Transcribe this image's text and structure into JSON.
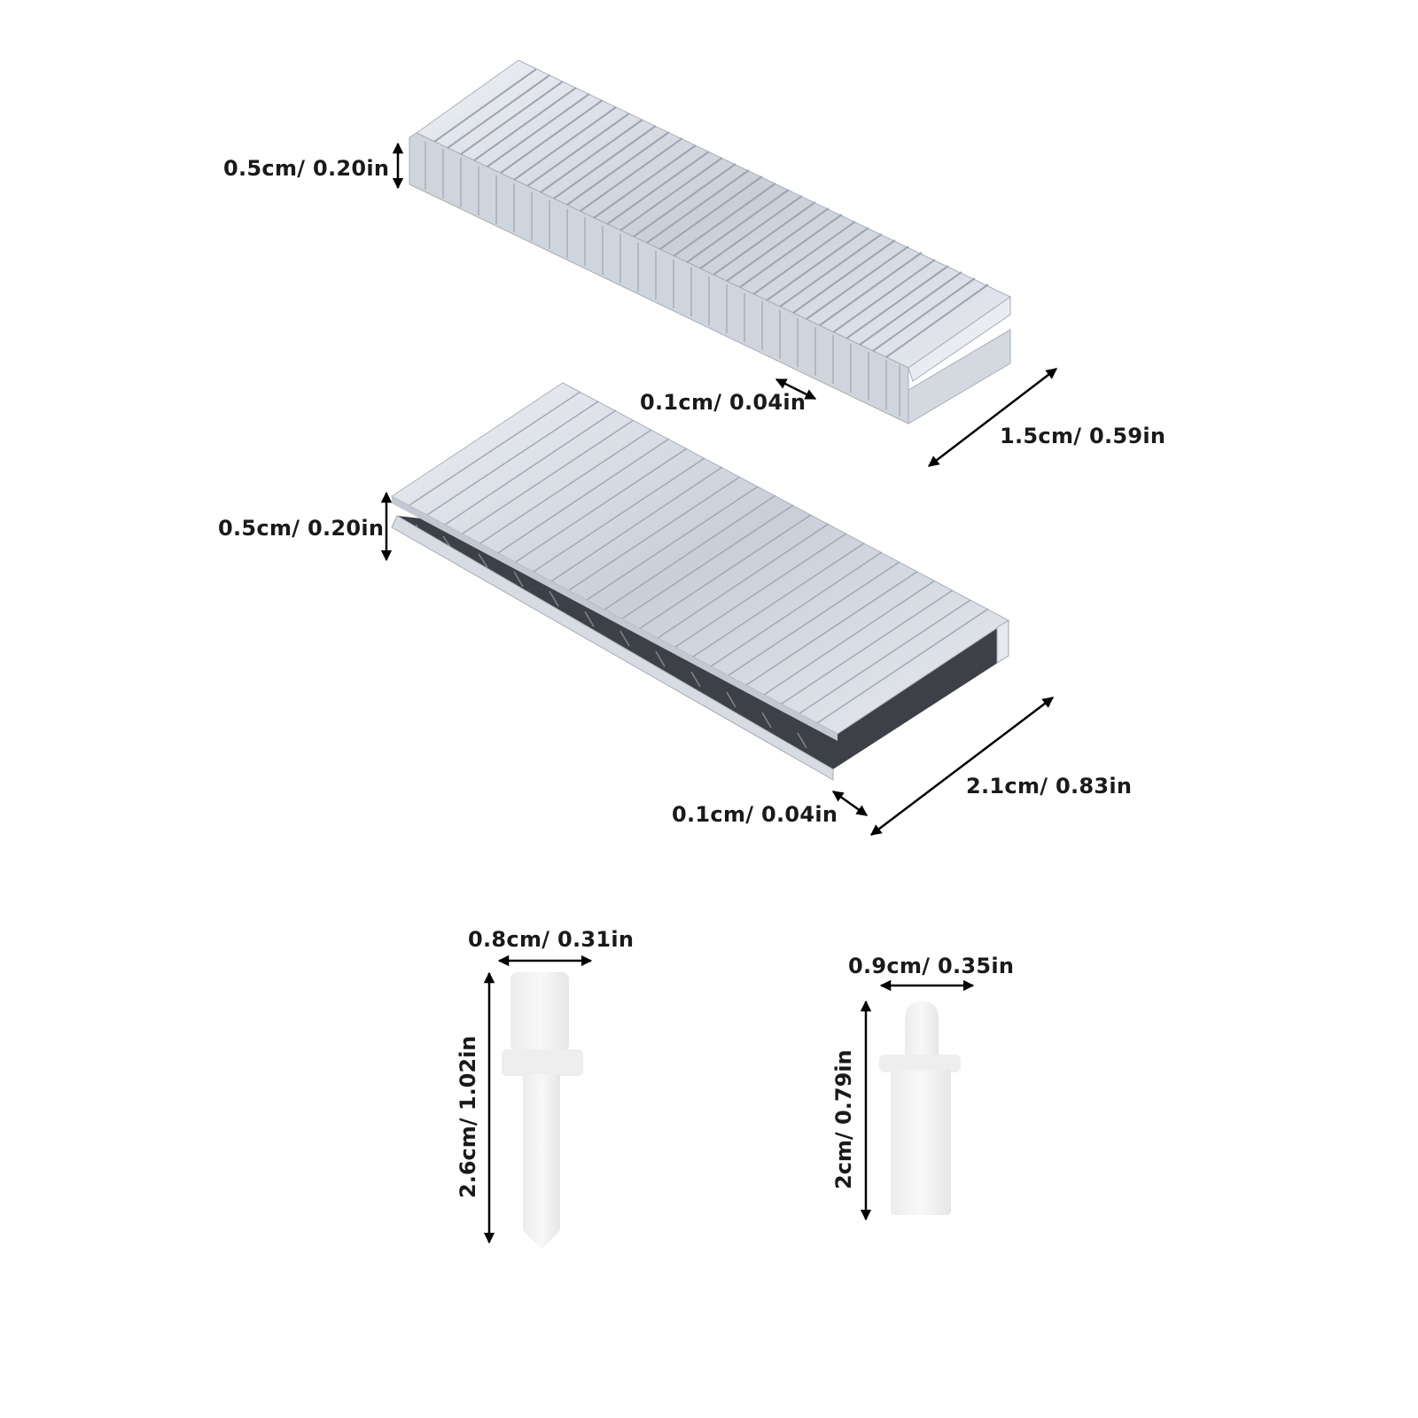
{
  "image": {
    "background": "#ffffff",
    "products": [
      {
        "name": "staple-strip-short",
        "height_label": "0.5cm/ 0.20in",
        "thickness_label": "0.1cm/ 0.04in",
        "length_label": "1.5cm/ 0.59in"
      },
      {
        "name": "staple-strip-long",
        "height_label": "0.5cm/ 0.20in",
        "thickness_label": "0.1cm/ 0.04in",
        "length_label": "2.1cm/ 0.83in"
      },
      {
        "name": "plastic-pin-long",
        "width_label": "0.8cm/ 0.31in",
        "height_label": "2.6cm/ 1.02in"
      },
      {
        "name": "plastic-pin-short",
        "width_label": "0.9cm/ 0.35in",
        "height_label": "2cm/ 0.79in"
      }
    ],
    "colors": {
      "metal_light": "#e4e8ee",
      "metal_mid": "#b9c0ca",
      "metal_dark": "#3a3d42",
      "plastic": "#f0f0f0",
      "arrow": "#000000"
    }
  }
}
